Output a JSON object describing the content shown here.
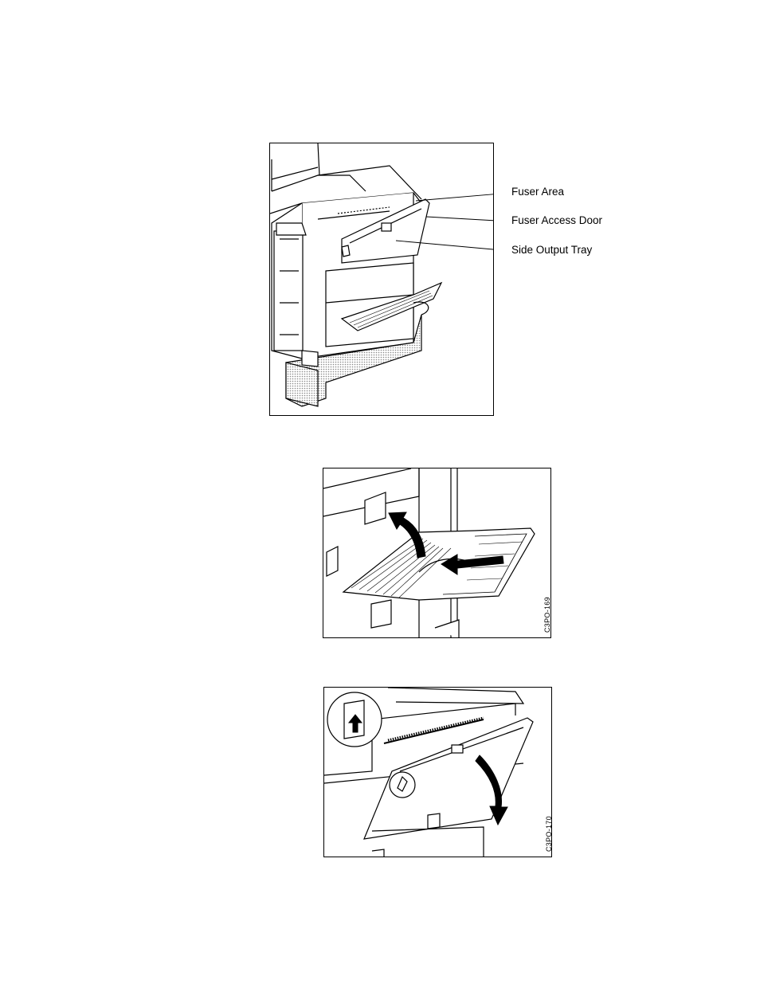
{
  "figures": [
    {
      "id": "c3po0575",
      "callouts": [
        "Fuser Area",
        "Fuser Access Door",
        "Side Output Tray"
      ]
    },
    {
      "id": "C3PO-169"
    },
    {
      "id": "C3PO-170"
    }
  ],
  "colors": {
    "ink": "#000000",
    "paper": "#ffffff",
    "screen": "#bdbdbd"
  }
}
